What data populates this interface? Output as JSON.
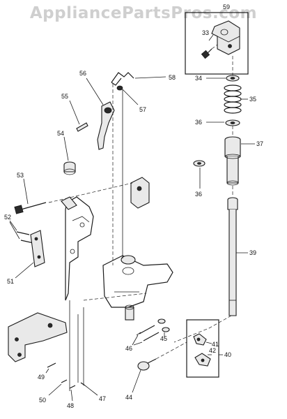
{
  "watermark": "AppliancePartsPros.com",
  "labels": {
    "p33": "33",
    "p34": "34",
    "p35": "35",
    "p36a": "36",
    "p36b": "36",
    "p37": "37",
    "p39": "39",
    "p40": "40",
    "p41": "41",
    "p42": "42",
    "p44": "44",
    "p45": "45",
    "p46": "46",
    "p47": "47",
    "p48": "48",
    "p49": "49",
    "p50": "50",
    "p51": "51",
    "p52": "52",
    "p53": "53",
    "p54": "54",
    "p55": "55",
    "p56": "56",
    "p57": "57",
    "p58": "58",
    "p59": "59"
  }
}
